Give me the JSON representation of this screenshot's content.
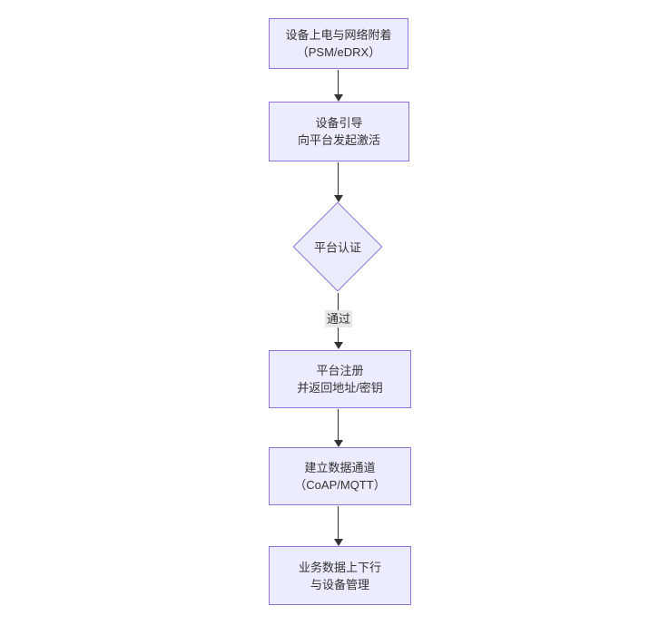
{
  "diagram": {
    "type": "flowchart",
    "direction": "top-down",
    "colors": {
      "node_fill": "#ECECFF",
      "node_border": "#9370DB",
      "text": "#333333",
      "edge_line": "#333333",
      "edge_label_bg": "#e8e8e8",
      "background": "#ffffff"
    },
    "nodes": [
      {
        "id": "A",
        "shape": "rect",
        "lines": [
          "设备上电与网络附着",
          "（PSM/eDRX）"
        ]
      },
      {
        "id": "B",
        "shape": "rect",
        "lines": [
          "设备引导",
          "向平台发起激活"
        ]
      },
      {
        "id": "C",
        "shape": "diamond",
        "lines": [
          "平台认证"
        ]
      },
      {
        "id": "D",
        "shape": "rect",
        "lines": [
          "平台注册",
          "并返回地址/密钥"
        ]
      },
      {
        "id": "E",
        "shape": "rect",
        "lines": [
          "建立数据通道",
          "（CoAP/MQTT）"
        ]
      },
      {
        "id": "F",
        "shape": "rect",
        "lines": [
          "业务数据上下行",
          "与设备管理"
        ]
      }
    ],
    "edges": [
      {
        "from": "A",
        "to": "B",
        "label": ""
      },
      {
        "from": "B",
        "to": "C",
        "label": ""
      },
      {
        "from": "C",
        "to": "D",
        "label": "通过"
      },
      {
        "from": "D",
        "to": "E",
        "label": ""
      },
      {
        "from": "E",
        "to": "F",
        "label": ""
      }
    ]
  }
}
